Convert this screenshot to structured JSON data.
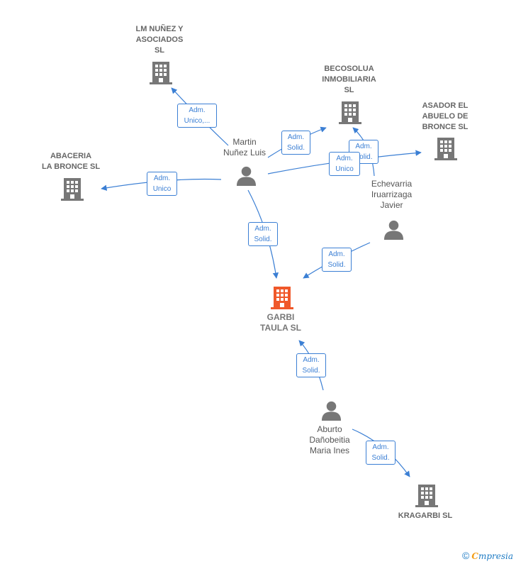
{
  "nodes": {
    "lm_nunez": {
      "label": "LM NUÑEZ Y\nASOCIADOS\nSL",
      "type": "company"
    },
    "becosolua": {
      "label": "BECOSOLUA\nINMOBILIARIA\nSL",
      "type": "company"
    },
    "asador": {
      "label": "ASADOR EL\nABUELO DE\nBRONCE  SL",
      "type": "company"
    },
    "abaceria": {
      "label": "ABACERIA\nLA BRONCE  SL",
      "type": "company"
    },
    "martin": {
      "label": "Martin\nNuñez Luis",
      "type": "person"
    },
    "echevarria": {
      "label": "Echevarria\nIruarrizaga\nJavier",
      "type": "person"
    },
    "garbi": {
      "label": "GARBI\nTAULA  SL",
      "type": "focus-company"
    },
    "aburto": {
      "label": "Aburto\nDañobeitia\nMaria Ines",
      "type": "person"
    },
    "kragarbi": {
      "label": "KRAGARBI SL",
      "type": "company"
    }
  },
  "edges": {
    "martin_lm": {
      "label": "Adm.\nUnico,..."
    },
    "martin_becosolua": {
      "label": "Adm.\nSolid."
    },
    "echevarria_becosolua": {
      "label": "Adm.\nSolid."
    },
    "martin_asador": {
      "label": "Adm.\nUnico"
    },
    "martin_abaceria": {
      "label": "Adm.\nUnico"
    },
    "martin_garbi": {
      "label": "Adm.\nSolid."
    },
    "echevarria_garbi": {
      "label": "Adm.\nSolid."
    },
    "aburto_garbi": {
      "label": "Adm.\nSolid."
    },
    "aburto_kragarbi": {
      "label": "Adm.\nSolid."
    }
  },
  "colors": {
    "edge": "#3b7fd4",
    "company_icon": "#777777",
    "focus_icon": "#f0582a",
    "person_icon": "#777777"
  },
  "brand": {
    "copyright": "©",
    "name_first": "C",
    "name_rest": "mpresia"
  }
}
